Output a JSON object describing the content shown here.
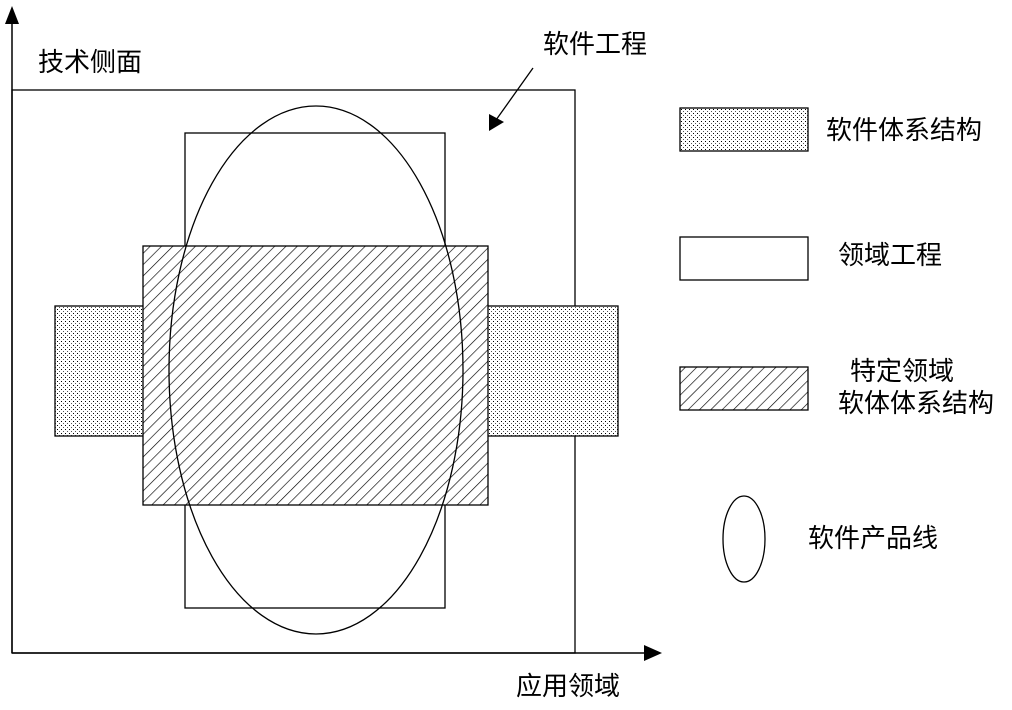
{
  "axes": {
    "y_label": "技术侧面",
    "x_label": "应用领域"
  },
  "annotation": {
    "software_engineering": "软件工程"
  },
  "legend": {
    "items": [
      {
        "key": "software-architecture",
        "swatch": "dotted",
        "label": "软件体系结构"
      },
      {
        "key": "domain-engineering",
        "swatch": "plain",
        "label": "领域工程"
      },
      {
        "key": "domain-specific-architecture",
        "swatch": "hatched",
        "label_line1": "特定领域",
        "label_line2": "软体体系结构"
      },
      {
        "key": "software-product-line",
        "swatch": "ellipse",
        "label": "软件产品线"
      }
    ]
  },
  "colors": {
    "stroke": "#000000",
    "background": "#ffffff",
    "dots": "#000000",
    "hatch": "#000000"
  }
}
